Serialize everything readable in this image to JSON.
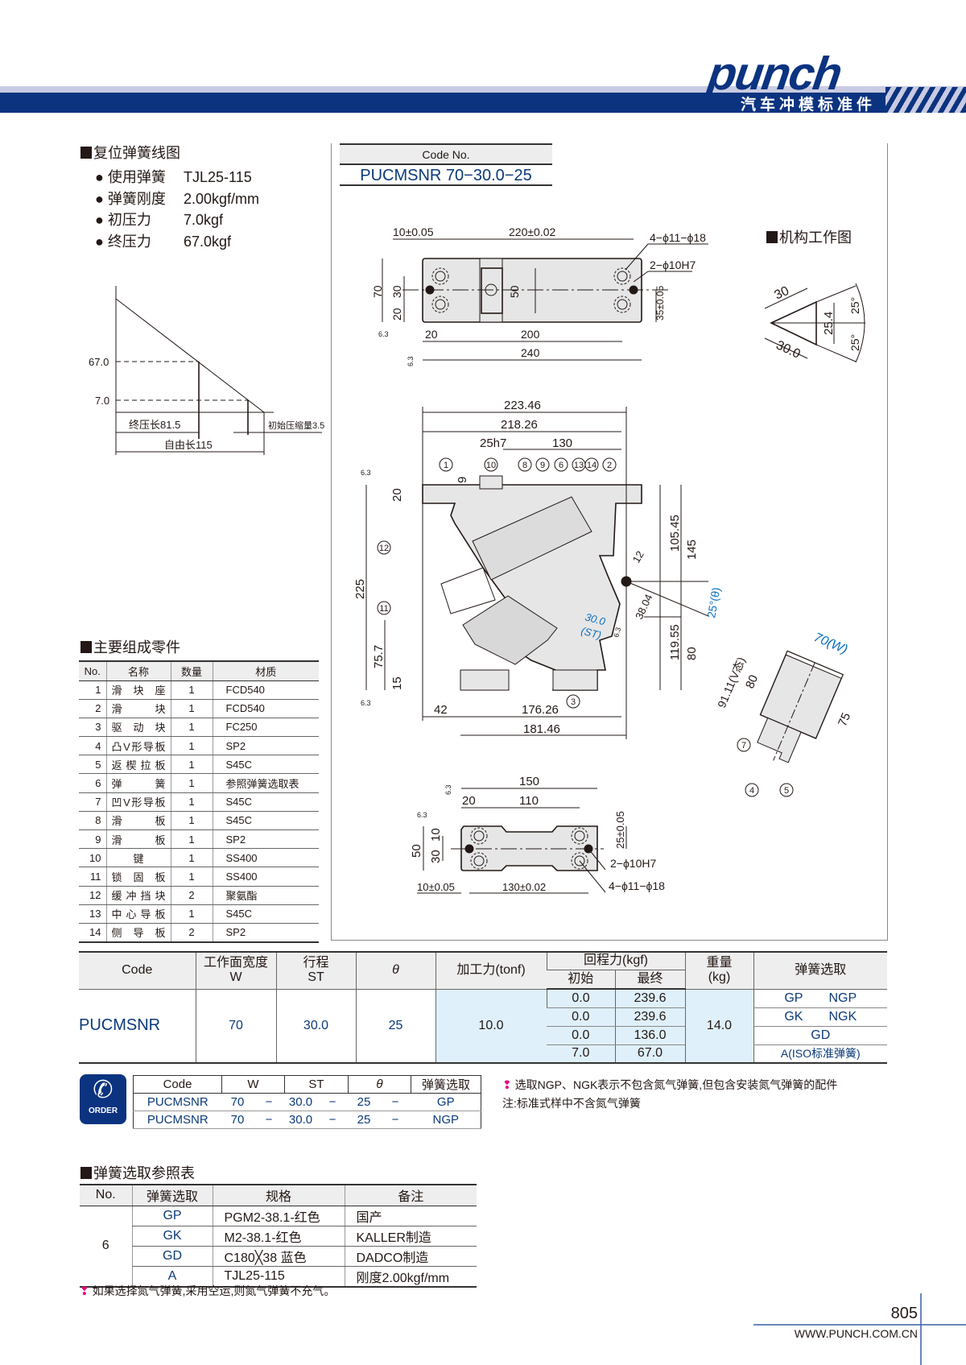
{
  "header": {
    "logo": "punch",
    "subtitle": "汽车冲模标准件"
  },
  "spring_diagram": {
    "title": "复位弹簧线图",
    "specs": [
      {
        "label": "使用弹簧",
        "value": "TJL25-115"
      },
      {
        "label": "弹簧刚度",
        "value": "2.00kgf/mm"
      },
      {
        "label": "初压力",
        "value": "7.0kgf"
      },
      {
        "label": "终压力",
        "value": "67.0kgf"
      }
    ],
    "y_final": "67.0",
    "y_initial": "7.0",
    "final_length": "终压长81.5",
    "free_length": "自由长115",
    "initial_compression": "初始压缩量3.5"
  },
  "code_no": {
    "label": "Code No.",
    "value": "PUCMSNR 70−30.0−25"
  },
  "mechanism": {
    "title": "机构工作图",
    "side": "30",
    "base": "30.0",
    "height": "25.4",
    "angle_top": "25°",
    "angle_bottom": "25°"
  },
  "top_plate": {
    "d1": "10±0.05",
    "d2": "220±0.02",
    "holes": "4−ϕ11−ϕ18",
    "pins": "2−ϕ10H7",
    "h70": "70",
    "h30": "30",
    "h20": "20",
    "slot50": "50",
    "d35": "35±0.05",
    "w20": "20",
    "w200": "200",
    "w240": "240",
    "rough1": "6.3",
    "rough2": "6.3"
  },
  "side_view": {
    "w223": "223.46",
    "w218": "218.26",
    "key": "25h7",
    "w130": "130",
    "h9": "9",
    "h20": "20",
    "h225": "225",
    "h75": "75.7",
    "h15": "15",
    "w42": "42",
    "w176": "176.26",
    "w181": "181.46",
    "h105": "105.45",
    "h145": "145",
    "h119": "119.55",
    "h80": "80",
    "d12": "12",
    "d38": "38.04",
    "angle": "25°(θ)",
    "stroke": "30.0",
    "stroke_label": "(ST)",
    "rough1": "6.3",
    "rough2": "6.3",
    "rough3": "6.3",
    "callouts": [
      "1",
      "10",
      "8",
      "9",
      "6",
      "13",
      "14",
      "2",
      "12",
      "11",
      "3"
    ]
  },
  "v_view": {
    "width": "70(W)",
    "v_state": "91.11(V态)",
    "h80": "80",
    "h75": "75",
    "callouts": [
      "7",
      "4",
      "5"
    ]
  },
  "bottom_plate": {
    "w150": "150",
    "w20": "20",
    "w110": "110",
    "h50": "50",
    "h30": "30",
    "h10": "10",
    "d25": "25±0.05",
    "pins": "2−ϕ10H7",
    "holes": "4−ϕ11−ϕ18",
    "d10": "10±0.05",
    "d130": "130±0.02",
    "rough1": "6.3",
    "rough2": "6.3"
  },
  "parts": {
    "title": "主要组成零件",
    "headers": [
      "No.",
      "名称",
      "数量",
      "材质"
    ],
    "rows": [
      [
        "1",
        "滑块座",
        "1",
        "FCD540"
      ],
      [
        "2",
        "滑块",
        "1",
        "FCD540"
      ],
      [
        "3",
        "驱动块",
        "1",
        "FC250"
      ],
      [
        "4",
        "凸V形导板",
        "1",
        "SP2"
      ],
      [
        "5",
        "返楔拉板",
        "1",
        "S45C"
      ],
      [
        "6",
        "弹簧",
        "1",
        "参照弹簧选取表"
      ],
      [
        "7",
        "凹V形导板",
        "1",
        "S45C"
      ],
      [
        "8",
        "滑板",
        "1",
        "S45C"
      ],
      [
        "9",
        "滑板",
        "1",
        "SP2"
      ],
      [
        "10",
        "键",
        "1",
        "SS400"
      ],
      [
        "11",
        "锁固板",
        "1",
        "SS400"
      ],
      [
        "12",
        "缓冲挡块",
        "2",
        "聚氨酯"
      ],
      [
        "13",
        "中心导板",
        "1",
        "S45C"
      ],
      [
        "14",
        "侧导板",
        "2",
        "SP2"
      ]
    ]
  },
  "spec_table": {
    "headers": {
      "code": "Code",
      "w": "工作面宽度",
      "w_sub": "W",
      "st": "行程",
      "st_sub": "ST",
      "theta": "θ",
      "force": "加工力(tonf)",
      "return": "回程力(kgf)",
      "initial": "初始",
      "final": "最终",
      "weight": "重量",
      "weight_unit": "(kg)",
      "spring": "弹簧选取"
    },
    "code": "PUCMSNR",
    "w": "70",
    "st": "30.0",
    "theta": "25",
    "force": "10.0",
    "weight": "14.0",
    "return_rows": [
      [
        "0.0",
        "239.6"
      ],
      [
        "0.0",
        "239.6"
      ],
      [
        "0.0",
        "136.0"
      ],
      [
        "7.0",
        "67.0"
      ]
    ],
    "spring_rows": [
      [
        "GP",
        "NGP"
      ],
      [
        "GK",
        "NGK"
      ],
      [
        "GD"
      ],
      [
        "A(ISO标准弹簧)"
      ]
    ]
  },
  "order": {
    "icon_label": "ORDER",
    "headers": [
      "Code",
      "W",
      "ST",
      "θ",
      "弹簧选取"
    ],
    "rows": [
      [
        "PUCMSNR",
        "70",
        "−",
        "30.0",
        "−",
        "25",
        "−",
        "GP"
      ],
      [
        "PUCMSNR",
        "70",
        "−",
        "30.0",
        "−",
        "25",
        "−",
        "NGP"
      ]
    ],
    "note1": "选取NGP、NGK表示不包含氮气弹簧,但包含安装氮气弹簧的配件",
    "note2": "注:标准式样中不含氮气弹簧"
  },
  "spring_ref": {
    "title": "弹簧选取参照表",
    "headers": [
      "No.",
      "弹簧选取",
      "规格",
      "备注"
    ],
    "no": "6",
    "rows": [
      [
        "GP",
        "PGM2-38.1-红色",
        "国产"
      ],
      [
        "GK",
        "M2-38.1-红色",
        "KALLER制造"
      ],
      [
        "GD",
        "C180╳38  蓝色",
        "DADCO制造"
      ],
      [
        "A",
        "TJL25-115",
        "刚度2.00kgf/mm"
      ]
    ],
    "note": "如果选择氮气弹簧,采用空运,则氮气弹簧不充气。"
  },
  "footer": {
    "page": "805",
    "url": "WWW.PUNCH.COM.CN"
  }
}
